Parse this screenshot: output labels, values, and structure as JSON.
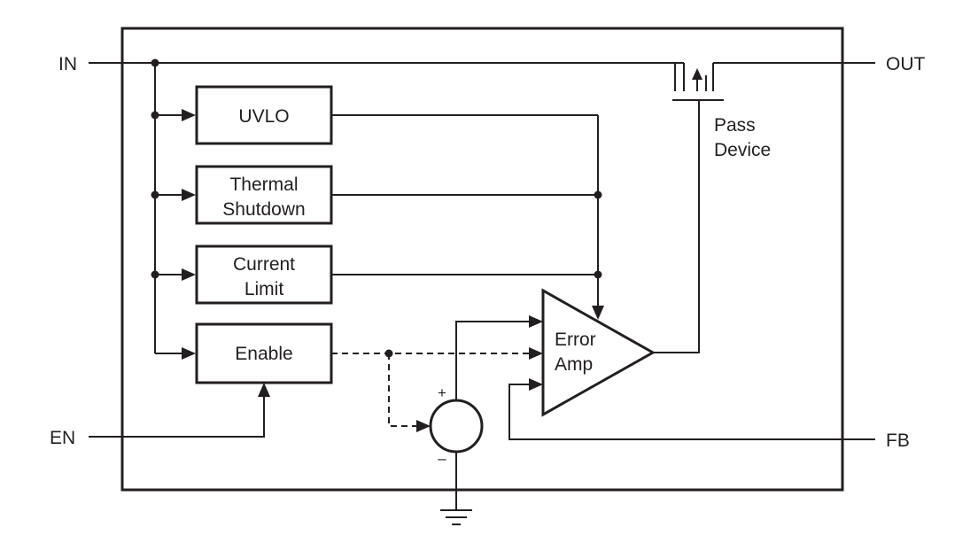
{
  "pins": {
    "in": "IN",
    "out": "OUT",
    "en": "EN",
    "fb": "FB"
  },
  "blocks": {
    "uvlo": [
      "UVLO"
    ],
    "thermal": [
      "Thermal",
      "Shutdown"
    ],
    "current": [
      "Current",
      "Limit"
    ],
    "enable": [
      "Enable"
    ]
  },
  "amp": [
    "Error",
    "Amp"
  ],
  "pass_device": [
    "Pass",
    "Device"
  ],
  "reference": {
    "plus": "+",
    "minus": "–"
  }
}
